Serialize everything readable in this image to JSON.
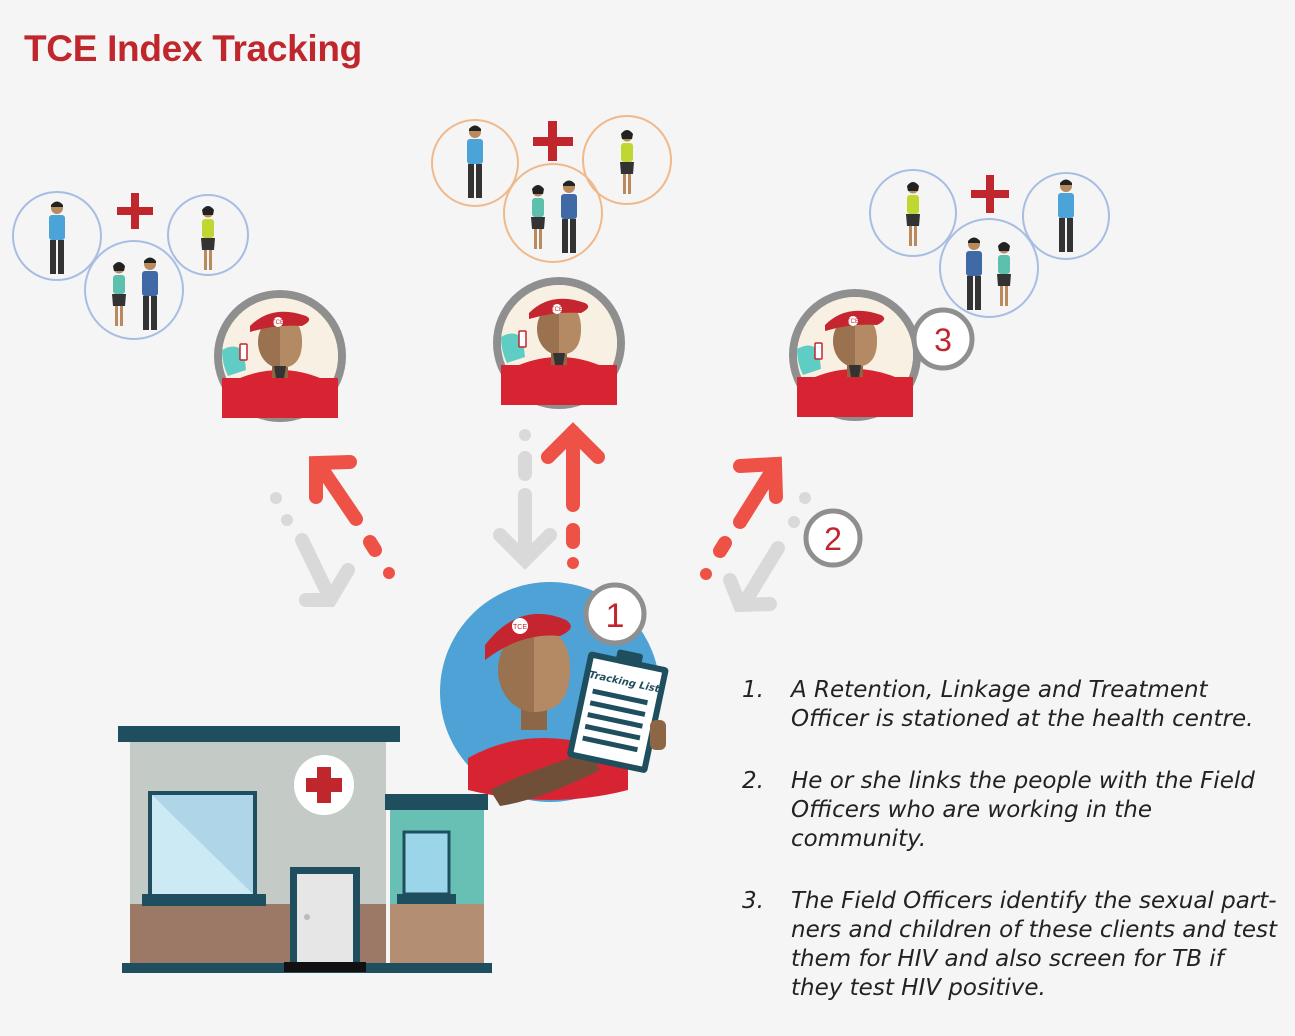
{
  "title": "TCE Index Tracking",
  "badge_label": "TCE",
  "clipboard_label": "Tracking List",
  "step_markers": [
    "1",
    "2",
    "3"
  ],
  "steps": [
    {
      "number": "1.",
      "text": "A Retention, Linkage and Treatment Officer is stationed at the health centre."
    },
    {
      "number": "2.",
      "text": "He or she links the people with the Field Officers who are working in the community."
    },
    {
      "number": "3.",
      "text": "The Field Officers identify the sexual part-ners and children of these clients and test them for HIV and also screen for TB if they test HIV positive."
    }
  ],
  "colors": {
    "accent": "#c0272d",
    "arrow_red": "#ee5247",
    "arrow_grey": "#d9d9d9",
    "ring_grey": "#8f8f8f",
    "family_ring_blue": "#a8bde3",
    "family_ring_orange": "#f0b98c"
  }
}
